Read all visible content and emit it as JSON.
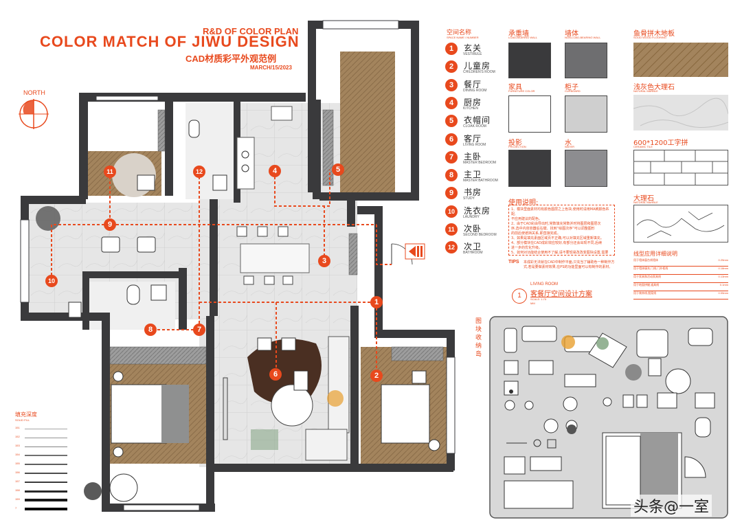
{
  "header": {
    "line1": "R&D OF COLOR PLAN",
    "title": "COLOR MATCH OF JIWU DESIGN",
    "subtitle_cn": "CAD材质彩平外观范例",
    "date": "MARCH/15/2023"
  },
  "north_label": "NORTH",
  "legend": {
    "title_cn": "空间名称",
    "title_en": "SPACE NAME / NUMBER",
    "items": [
      {
        "num": "1",
        "cn": "玄关",
        "en": "VESTIBULE"
      },
      {
        "num": "2",
        "cn": "儿童房",
        "en": "CHILDREN'S ROOM"
      },
      {
        "num": "3",
        "cn": "餐厅",
        "en": "DINING ROOM"
      },
      {
        "num": "4",
        "cn": "厨房",
        "en": "KITCHEN"
      },
      {
        "num": "5",
        "cn": "衣帽间",
        "en": "CLOAK ROOM"
      },
      {
        "num": "6",
        "cn": "客厅",
        "en": "LIVING ROOM"
      },
      {
        "num": "7",
        "cn": "主卧",
        "en": "MASTER BEDROOM"
      },
      {
        "num": "8",
        "cn": "主卫",
        "en": "MASTER BATHROOM"
      },
      {
        "num": "9",
        "cn": "书房",
        "en": "STUDY"
      },
      {
        "num": "10",
        "cn": "洗衣房",
        "en": "LAUNDRY"
      },
      {
        "num": "11",
        "cn": "次卧",
        "en": "SECOND BEDROOM"
      },
      {
        "num": "12",
        "cn": "次卫",
        "en": "BATHROOM"
      }
    ]
  },
  "swatches": {
    "load_wall": {
      "cn": "承重墙",
      "en": "LOAD-BEARING WALL",
      "color": "#3a3a3c"
    },
    "non_load_wall": {
      "cn": "墙体",
      "en": "NON-LOAD-BEARING WALL",
      "color": "#6e6e70"
    },
    "furniture": {
      "cn": "家具",
      "en": "FURNITURE COLOR",
      "color": "#ffffff"
    },
    "cupboard": {
      "cn": "柜子",
      "en": "CUPBOARD",
      "color": "#cfcfcf"
    },
    "projection": {
      "cn": "投影",
      "en": "PROJECTION",
      "color": "#3c3c3e"
    },
    "water": {
      "cn": "水",
      "en": "WATER",
      "color": "#8d8d90"
    },
    "wood_floor": {
      "cn": "鱼骨拼木地板",
      "en": "SOLID WOOD FLOORING",
      "color": "#a3845d"
    },
    "marble_light": {
      "cn": "浅灰色大理石",
      "en": "NATURAL MARBLE",
      "color": "#e3e3e3"
    },
    "ceramic": {
      "cn": "600*1200工字拼",
      "en": "CERAMIC TILE",
      "color": "#ffffff"
    },
    "marble": {
      "cn": "大理石",
      "en": "NATURAL MARBLE",
      "color": "#ffffff"
    }
  },
  "usage": {
    "title": "使用说明:",
    "lines": [
      "1、模块里面素材均有颜色图层之上色块,使用时请用MA刷颜色匹配,",
      "   不应用建议的配色。",
      "2、由于CAD彩由导出时,常数填充常数并时将图层和图层次",
      "   序,选中内容容器后右键、找到“绘图次序”可以调整图形",
      "   的前后使遮挡关系,即直接完成。",
      "3、如果是填充素面区域页不正确,可以对填充区域重新填充。",
      "4、部分模块在CAD成彩效应较好,有部分还会出现不同,后续",
      "   进一步的优化升级。",
      "5、如何对功能结合使用不了解,请不要轻易改改变图块设置,需要",
      "   联系专业CAD设计人员进行操作。"
    ],
    "tips_label": "TIPS",
    "tips": "本成彩无法就在CAD中制作平面,只充当了辅助色一种制作方式,若是要做素材效果,在PS的功能里面可以有制作的素材。"
  },
  "living_room_label": {
    "num": "1",
    "en": "LIVING ROOM",
    "cn": "客餐厅空间设计方案",
    "scale": "SCALE: 1:75",
    "unit": "MM"
  },
  "spec": {
    "title": "线型应用详细说明",
    "rows": [
      {
        "desc": "用于墙体窗台线墙体",
        "val": "0.25mm"
      },
      {
        "desc": "用于墙体填充,门线,门外框线",
        "val": "0.18mm"
      },
      {
        "desc": "用于家具和活动家具线",
        "val": "0.13mm"
      },
      {
        "desc": "用于地面拼缝,道具线",
        "val": "0.1mm"
      },
      {
        "desc": "用于装饰线,图案线",
        "val": "0.05mm"
      }
    ]
  },
  "block_library_label": "图块收纳岛",
  "fill_depth": {
    "title": "填充深度",
    "sub": "SOLID FILL",
    "rows": [
      {
        "label": "151",
        "w": 0.5
      },
      {
        "label": "152",
        "w": 0.8
      },
      {
        "label": "153",
        "w": 1
      },
      {
        "label": "154",
        "w": 1.4
      },
      {
        "label": "155",
        "w": 1.8
      },
      {
        "label": "156",
        "w": 2.2
      },
      {
        "label": "157",
        "w": 2.6
      },
      {
        "label": "158",
        "w": 3
      },
      {
        "label": "159",
        "w": 3.6
      },
      {
        "label": "7",
        "w": 4.4
      }
    ]
  },
  "watermark": "头条@一室",
  "colors": {
    "accent": "#e8491d",
    "wall": "#3a3a3c",
    "wood": "#a3845d"
  }
}
